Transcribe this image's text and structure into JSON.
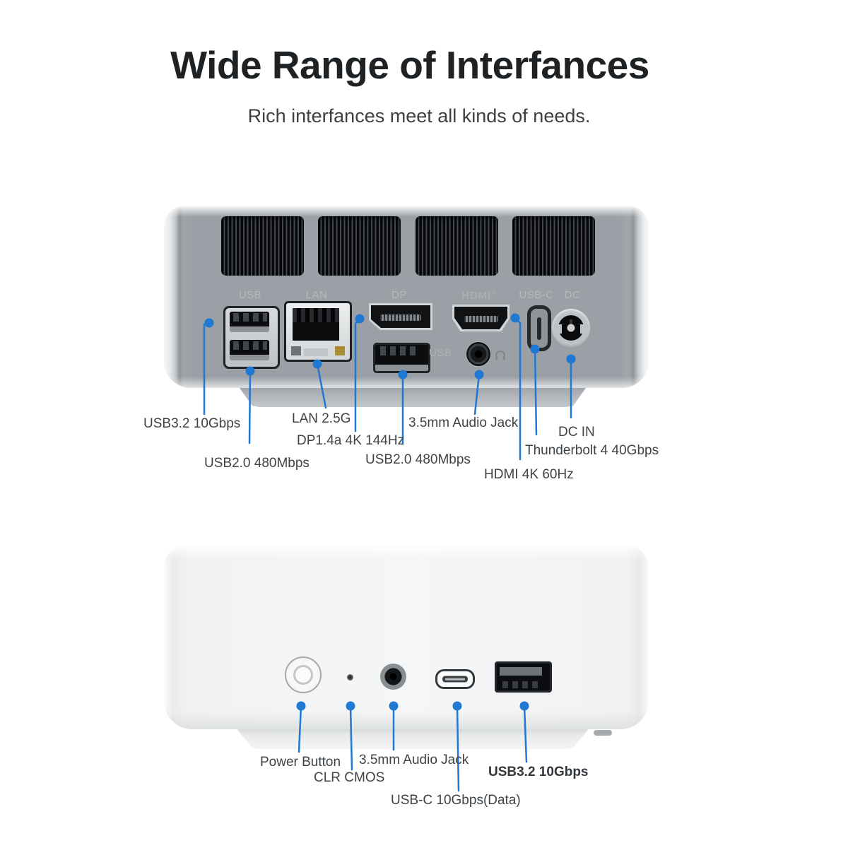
{
  "header": {
    "title": "Wide Range of Interfances",
    "subtitle": "Rich interfances meet all kinds of needs."
  },
  "back_view": {
    "panel_labels": {
      "usb": "USB",
      "lan": "LAN",
      "dp": "DP",
      "hdmi": "HDMI",
      "hdmi_reg": "®",
      "usbc": "USB-C",
      "dc": "DC"
    },
    "usb_caption": "USB",
    "callouts": {
      "usb32": "USB3.2 10Gbps",
      "usb20_left": "USB2.0 480Mbps",
      "lan": "LAN 2.5G",
      "dp": "DP1.4a 4K 144Hz",
      "usb20_mid": "USB2.0 480Mbps",
      "audio": "3.5mm Audio Jack",
      "hdmi": "HDMI 4K 60Hz",
      "thunderbolt": "Thunderbolt 4 40Gbps",
      "dc": "DC IN"
    }
  },
  "front_view": {
    "callouts": {
      "power": "Power Button",
      "clr_cmos": "CLR CMOS",
      "audio": "3.5mm Audio Jack",
      "usbc": "USB-C 10Gbps(Data)",
      "usb32": "USB3.2 10Gbps"
    }
  },
  "colors": {
    "accent_blue": "#1f78d1",
    "body_gray": "#9ba0a6",
    "label_text": "#3e4347"
  }
}
